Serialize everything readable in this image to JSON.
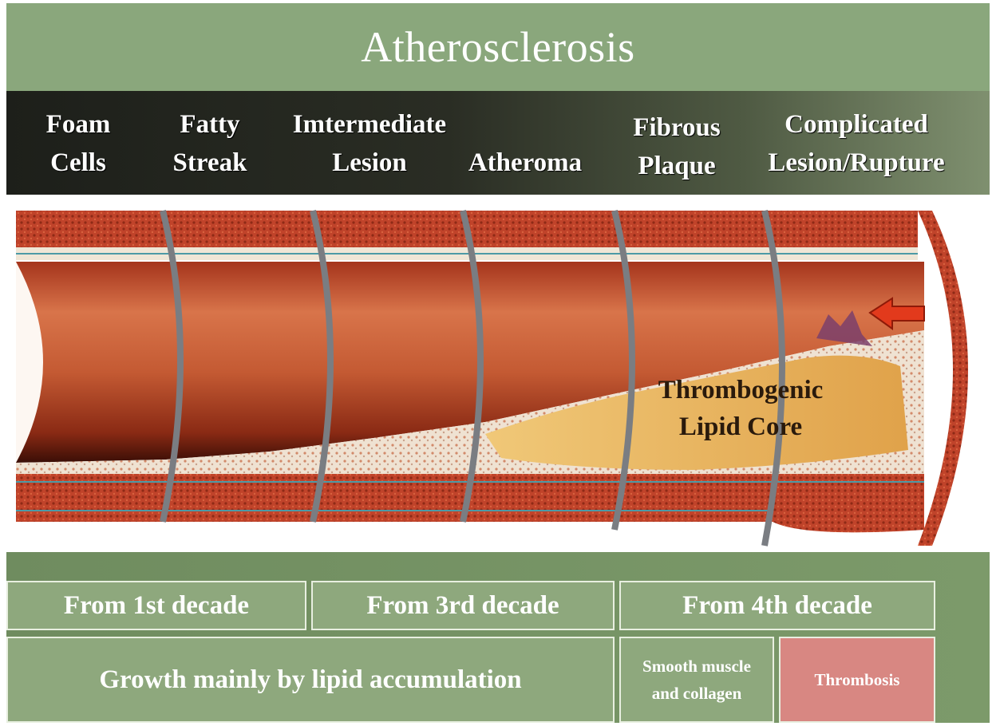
{
  "title": "Atherosclerosis",
  "stages": [
    {
      "line1": "Foam",
      "line2": "Cells"
    },
    {
      "line1": "Fatty",
      "line2": "Streak"
    },
    {
      "line1": "Imtermediate",
      "line2": "Lesion"
    },
    {
      "line1": "Atheroma",
      "line2": ""
    },
    {
      "line1": "Fibrous",
      "line2": "Plaque"
    },
    {
      "line1": "Complicated",
      "line2": "Lesion/Rupture"
    }
  ],
  "core_label": {
    "line1": "Thrombogenic",
    "line2": "Lipid  Core"
  },
  "timeline": [
    "From 1st decade",
    "From 3rd decade",
    "From 4th decade"
  ],
  "mechanisms": {
    "lipid": "Growth mainly by lipid accumulation",
    "smooth_line1": "Smooth muscle",
    "smooth_line2": "and collagen",
    "thrombosis": "Thrombosis"
  },
  "colors": {
    "title_bar": "#8aa77c",
    "box_fill": "#8ea87d",
    "thrombosis_fill": "#d88782",
    "artery_wall": "#c0432a",
    "lumen": "#c8623b",
    "lipid_core": "#e9b85a",
    "rupture_arrow": "#e23a1c"
  }
}
